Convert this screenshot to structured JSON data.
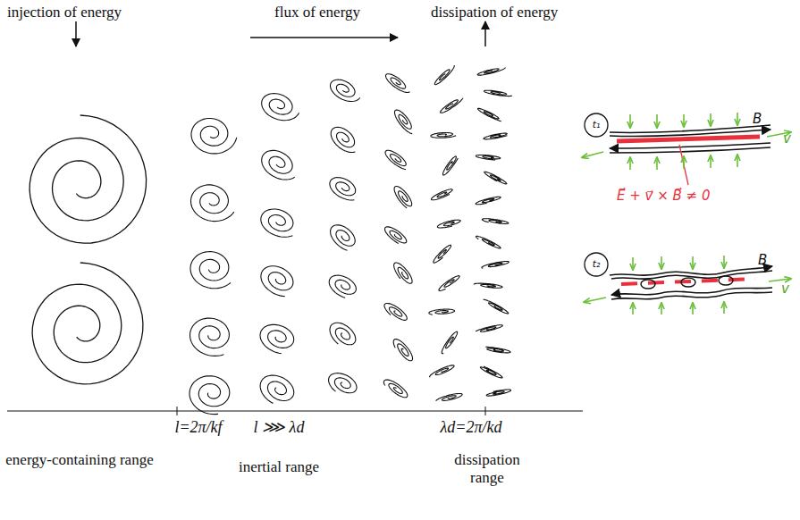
{
  "diagram": {
    "nodes": [
      {
        "text": [
          "t₁"
        ]
      },
      {
        "text": [
          "t₂"
        ]
      }
    ],
    "labels": [
      "injection of energy",
      "flux of energy",
      "dissipation of energy",
      "l=2π/kf",
      "l ⋙ λd",
      "λd=2π/kd",
      "energy-containing range",
      "inertial range",
      "dissipation range",
      "B",
      "v",
      "E⃗ + v⃗ × B⃗ ≠ 0",
      "B",
      "v"
    ]
  }
}
